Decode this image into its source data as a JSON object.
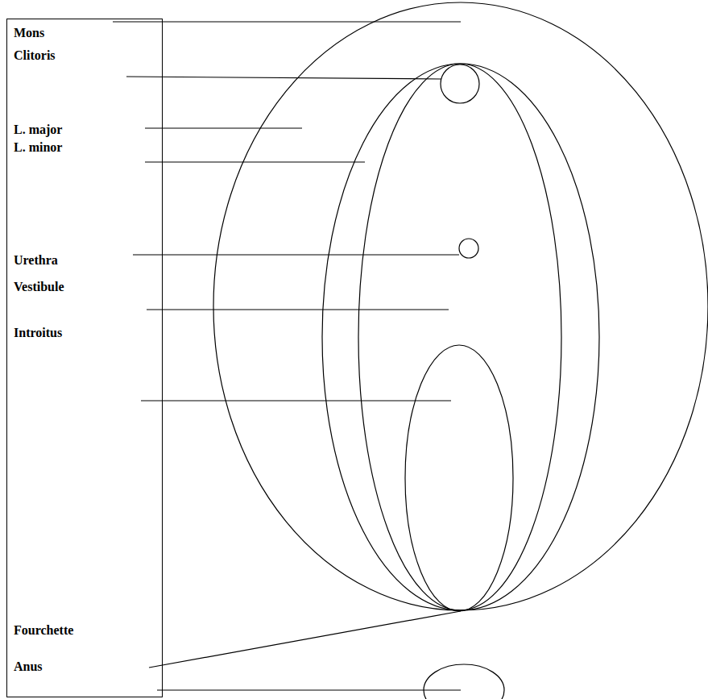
{
  "diagram": {
    "nodes": [
      {
        "text": [
          "Mons",
          "Clitoris",
          "L. major",
          "L. minor",
          "Urethra",
          "Vestibule",
          "Introitus",
          "Fourchette",
          "Anus"
        ]
      }
    ]
  }
}
